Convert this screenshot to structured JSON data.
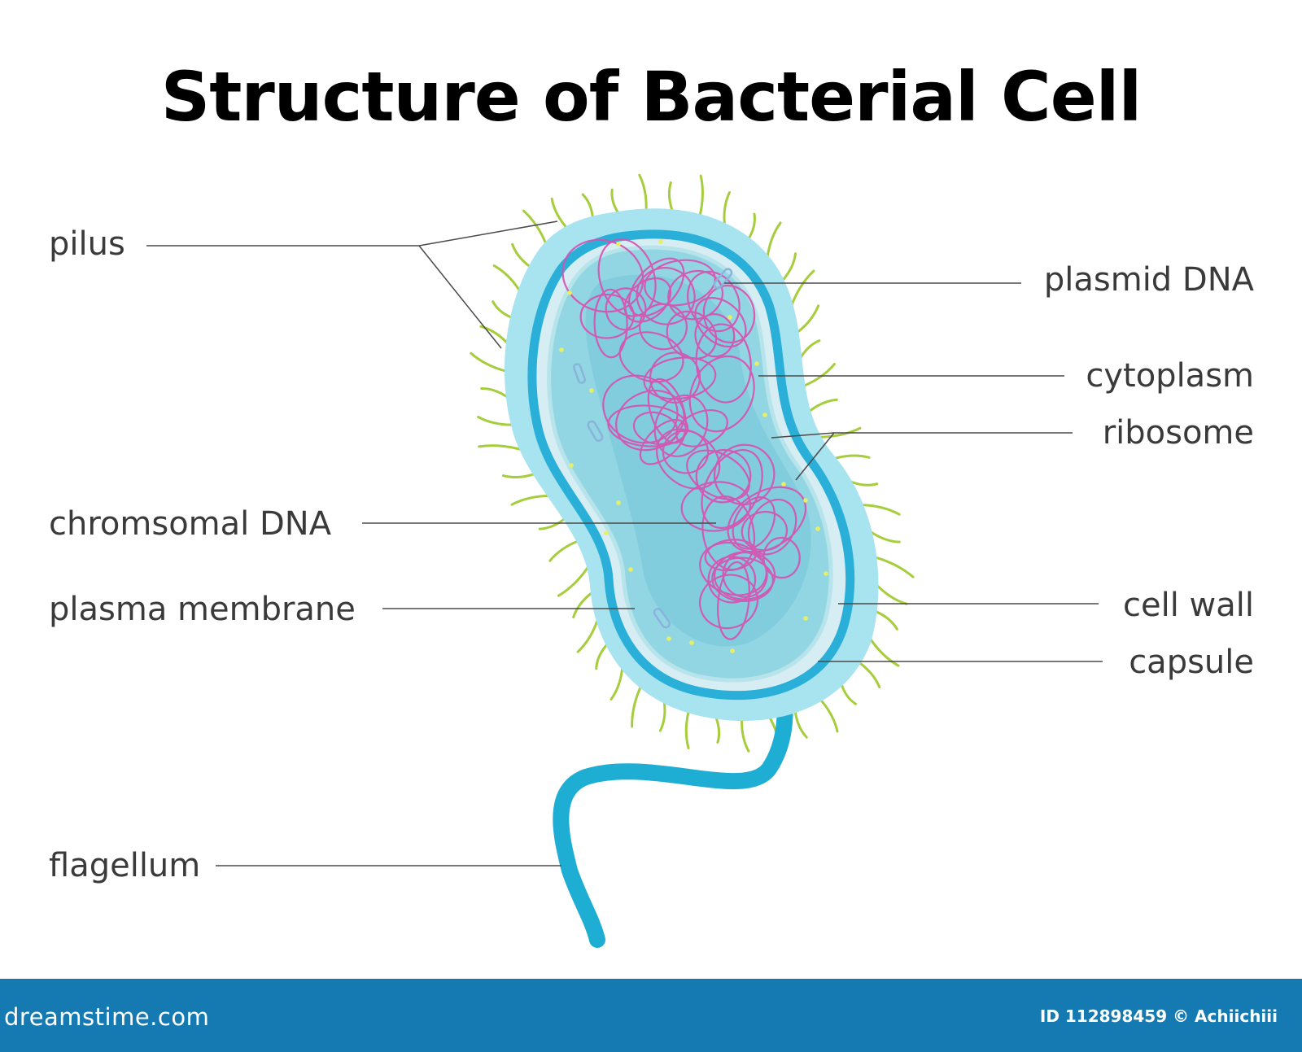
{
  "title": "Structure of Bacterial Cell",
  "labels": {
    "pilus": "pilus",
    "plasmid_dna": "plasmid DNA",
    "cytoplasm": "cytoplasm",
    "ribosome": "ribosome",
    "chromosomal_dna": "chromsomal DNA",
    "plasma_membrane": "plasma membrane",
    "cell_wall": "cell wall",
    "capsule": "capsule",
    "flagellum": "flagellum"
  },
  "footer": {
    "brand": "dreamstime.com",
    "credit": "ID 112898459 © Achiichiii"
  },
  "colors": {
    "capsule": "#a8e3f0",
    "cell_wall": "#2ab0d8",
    "cytoplasm": "#93d6e3",
    "nucleoid": "#6cc3d4",
    "dna": "#d84fb0",
    "pili": "#a6cd3c",
    "flagellum": "#1eaed3",
    "footer": "#1579b2"
  }
}
